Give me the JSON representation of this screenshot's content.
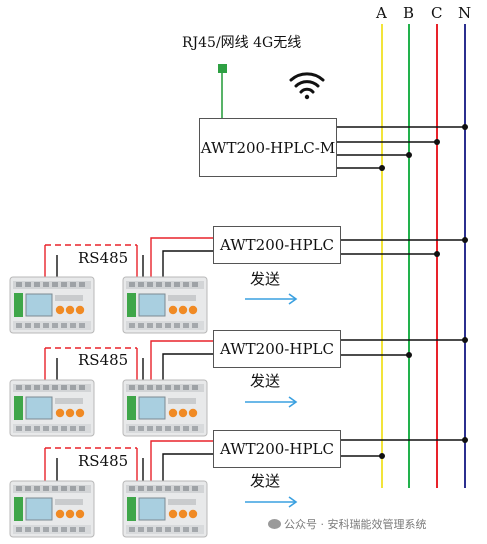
{
  "bus_labels": [
    "A",
    "B",
    "C",
    "N"
  ],
  "bus_colors": {
    "A": "#f2e43a",
    "B": "#22b14c",
    "C": "#e8222a",
    "N": "#2b2f8f"
  },
  "gateway": {
    "uplink_label": "RJ45/网线 4G无线",
    "module_label": "AWT200-HPLC-M"
  },
  "groups": [
    {
      "module_label": "AWT200-HPLC",
      "bus_label": "RS485",
      "send_label": "发送"
    },
    {
      "module_label": "AWT200-HPLC",
      "bus_label": "RS485",
      "send_label": "发送"
    },
    {
      "module_label": "AWT200-HPLC",
      "bus_label": "RS485",
      "send_label": "发送"
    }
  ],
  "watermark": "公众号 · 安科瑞能效管理系统",
  "colors": {
    "rs485_wire": "#e8222a",
    "uplink": "#2ea043",
    "arrow": "#3aa0e0",
    "wire": "#111111"
  }
}
